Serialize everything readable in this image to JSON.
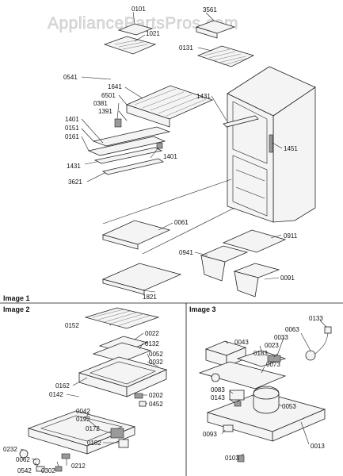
{
  "watermark": "AppliancePartsPros.com",
  "panels": {
    "image1": "Image 1",
    "image2": "Image 2",
    "image3": "Image 3"
  },
  "labels1": [
    "0101",
    "3561",
    "1021",
    "0131",
    "0541",
    "1641",
    "6501",
    "0381",
    "1391",
    "1401",
    "0151",
    "0161",
    "1431",
    "1401",
    "1431",
    "1451",
    "3621",
    "0061",
    "0911",
    "0941",
    "0091",
    "1821"
  ],
  "labels2": [
    "0152",
    "0022",
    "0132",
    "0052",
    "0032",
    "0162",
    "0142",
    "0202",
    "0452",
    "0042",
    "0192",
    "0172",
    "0182",
    "0232",
    "0062",
    "0212",
    "0542",
    "0302"
  ],
  "labels3": [
    "0133",
    "0063",
    "0043",
    "0033",
    "0023",
    "0183",
    "0073",
    "0083",
    "0143",
    "0053",
    "0093",
    "0103",
    "0013"
  ]
}
